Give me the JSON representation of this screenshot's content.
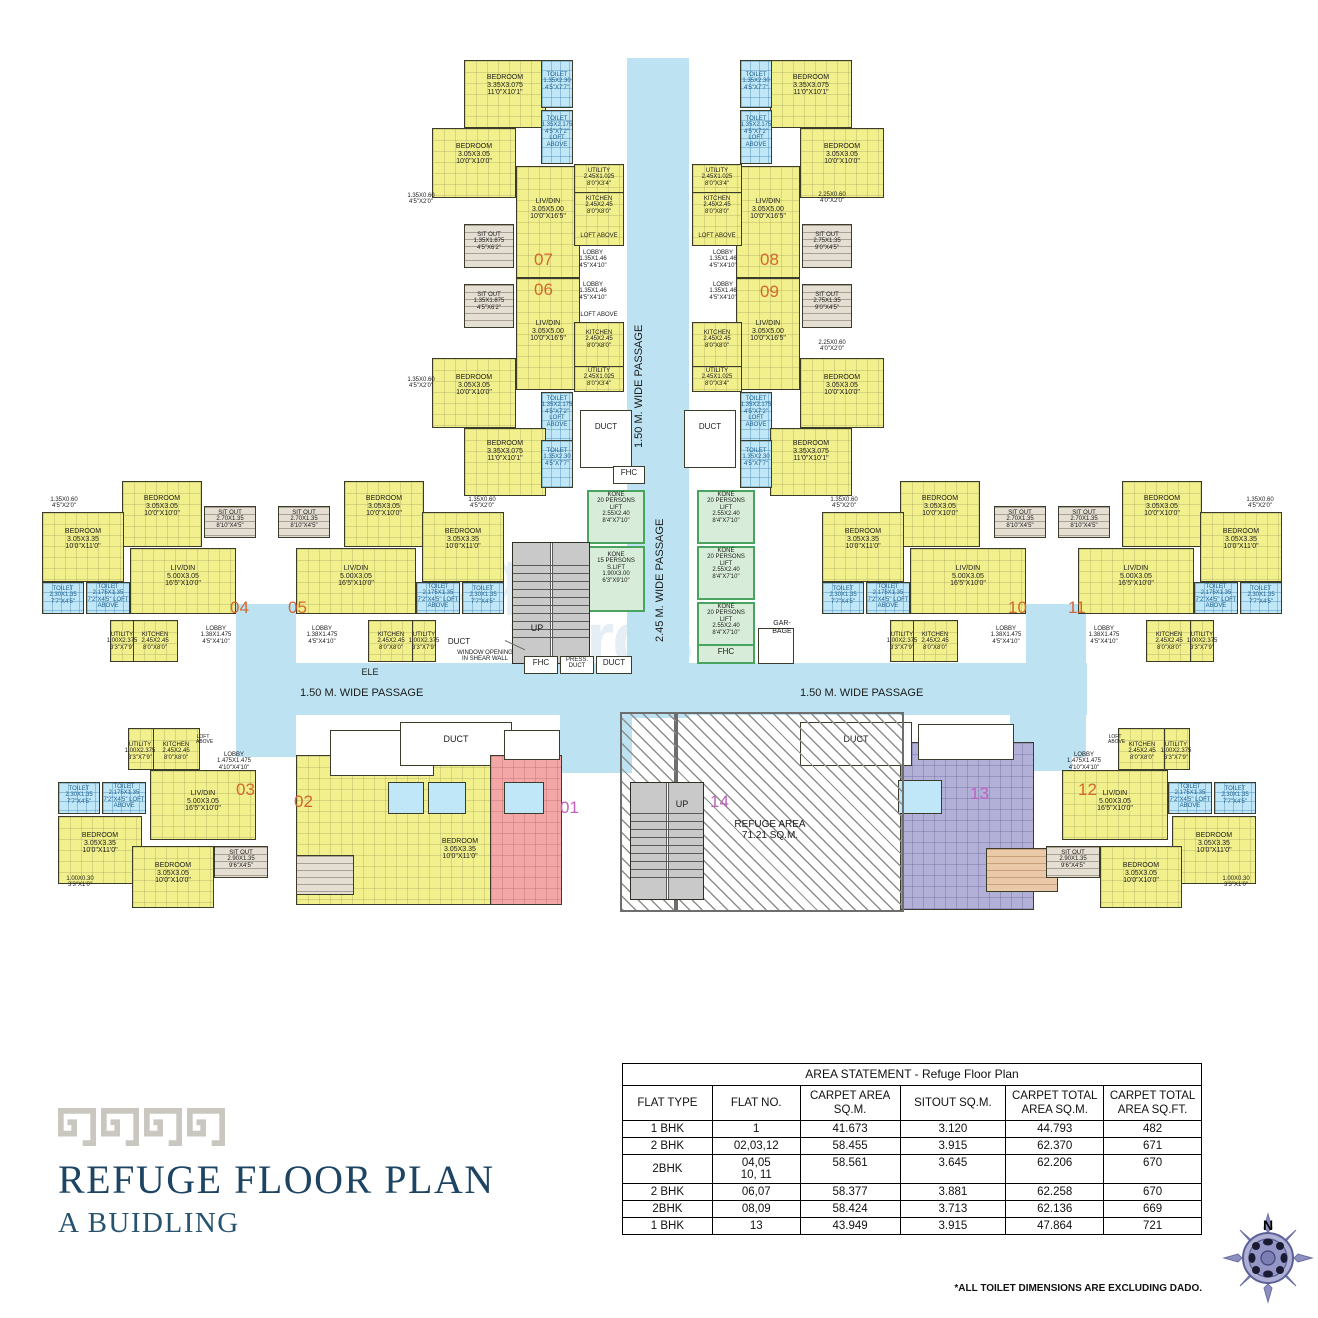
{
  "document": {
    "title": "REFUGE FLOOR PLAN",
    "subtitle": "A BUIDLING",
    "watermark_line1": "square",
    "watermark_line2": "yards"
  },
  "compass": {
    "north_label": "N",
    "name": "compass-rose"
  },
  "area_statement": {
    "caption": "AREA STATEMENT - Refuge Floor Plan",
    "columns": [
      "FLAT TYPE",
      "FLAT NO.",
      "CARPET\nAREA\nSQ.M.",
      "SITOUT SQ.M.",
      "CARPET\nTOTAL\nAREA\nSQ.M.",
      "CARPET\nTOTAL\nAREA\nSQ.FT."
    ],
    "rows": [
      {
        "flat_type": "1 BHK",
        "flat_no": "1",
        "carpet_area": "41.673",
        "sitout": "3.120",
        "carpet_total_sqm": "44.793",
        "carpet_total_sqft": "482"
      },
      {
        "flat_type": "2 BHK",
        "flat_no": "02,03,12",
        "carpet_area": "58.455",
        "sitout": "3.915",
        "carpet_total_sqm": "62.370",
        "carpet_total_sqft": "671"
      },
      {
        "flat_type": "2BHK",
        "flat_no": "04,05\n10, 11",
        "carpet_area": "58.561",
        "sitout": "3.645",
        "carpet_total_sqm": "62.206",
        "carpet_total_sqft": "670"
      },
      {
        "flat_type": "2 BHK",
        "flat_no": "06,07",
        "carpet_area": "58.377",
        "sitout": "3.881",
        "carpet_total_sqm": "62.258",
        "carpet_total_sqft": "670"
      },
      {
        "flat_type": "2BHK",
        "flat_no": "08,09",
        "carpet_area": "58.424",
        "sitout": "3.713",
        "carpet_total_sqm": "62.136",
        "carpet_total_sqft": "669"
      },
      {
        "flat_type": "1 BHK",
        "flat_no": "13",
        "carpet_area": "43.949",
        "sitout": "3.915",
        "carpet_total_sqm": "47.864",
        "carpet_total_sqft": "721"
      }
    ],
    "note": "*ALL TOILET DIMENSIONS ARE EXCLUDING DADO."
  },
  "plan": {
    "flat_numbers": [
      {
        "id": "07",
        "label": "07"
      },
      {
        "id": "06",
        "label": "06"
      },
      {
        "id": "08",
        "label": "08"
      },
      {
        "id": "09",
        "label": "09"
      },
      {
        "id": "04",
        "label": "04"
      },
      {
        "id": "05",
        "label": "05"
      },
      {
        "id": "10",
        "label": "10"
      },
      {
        "id": "11",
        "label": "11"
      },
      {
        "id": "03",
        "label": "03"
      },
      {
        "id": "02",
        "label": "02"
      },
      {
        "id": "01",
        "label": "01"
      },
      {
        "id": "12",
        "label": "12"
      },
      {
        "id": "13",
        "label": "13"
      },
      {
        "id": "14",
        "label": "14"
      }
    ],
    "passages": {
      "vertical_upper": "1.50 M. WIDE PASSAGE",
      "vertical_lower": "2.45 M. WIDE PASSAGE",
      "horizontal_left": "1.50 M. WIDE PASSAGE",
      "horizontal_right": "1.50 M. WIDE PASSAGE"
    },
    "refuge": {
      "name": "REFUGE AREA",
      "area": "71.21 SQ.M.",
      "full": "REFUGE AREA\n71.21 SQ.M."
    },
    "lifts": [
      {
        "brand": "KONE",
        "capacity": "20 PERSONS",
        "kind": "LIFT",
        "dim_m": "2.55X2.40",
        "dim_ft": "8'4\"X7'10\"",
        "full": "KONE\n20 PERSONS\nLIFT\n2.55X2.40\n8'4\"X7'10\""
      },
      {
        "brand": "KONE",
        "capacity": "15 PERSONS",
        "kind": "S.LIFT",
        "dim_m": "1.90X3.00",
        "dim_ft": "6'3\"X9'10\"",
        "full": "KONE\n15 PERSONS\nS.LIFT\n1.90X3.00\n6'3\"X9'10\""
      }
    ],
    "service_labels": {
      "fhc": "FHC",
      "duct": "DUCT",
      "press_duct": "PRESS.\nDUCT",
      "garbage": "GAR-\nBAGE",
      "ele": "ELE",
      "up": "UP",
      "shear_wall_note": "WINDOW OPENING\nIN SHEAR WALL",
      "loft_above": "LOFT ABOVE"
    },
    "rooms": {
      "bedroom_335": "BEDROOM\n3.35X3.075\n11'0\"X10'1\"",
      "bedroom_305_305": "BEDROOM\n3.05X3.05\n10'0\"X10'0\"",
      "bedroom_305_335": "BEDROOM\n3.05X3.35\n10'0\"X11'0\"",
      "liv_din_305": "LIV/DIN\n3.05X5.00\n10'0\"X16'5\"",
      "liv_din_500": "LIV/DIN\n5.00X3.05\n16'5\"X10'0\"",
      "kitchen_245": "KITCHEN\n2.45X2.45\n8'0\"X8'0\"",
      "utility_245": "UTILITY\n2.45X1.025\n8'0\"X3'4\"",
      "utility_100": "UTILITY\n1.00X2.375\n3'3\"X7'9\"",
      "toilet_135_230": "TOILET\n1.35X2.30\n4'5\"X7'7\"",
      "toilet_135_2175": "TOILET\n1.35X2.175\n4'5\"X7'2\"\nLOFT\nABOVE",
      "toilet_2175_135": "TOILET\n2.175X1.35\n7'2\"X4'5\" LOFT\nABOVE",
      "toilet_230_135": "TOILET\n2.30X1.35\n7'7\"X4'5\"",
      "sitout_135": "SIT OUT\n1.35X1.875\n4'5\"X6'2\"",
      "sitout_270": "SIT OUT\n2.70X1.35\n8'10\"X4'5\"",
      "sitout_275": "SIT OUT\n2.75X1.35\n9'0\"X4'5\"",
      "sitout_290": "SIT OUT\n2.90X1.35\n9'6\"X4'5\"",
      "lobby_135": "LOBBY\n1.35X1.46\n4'5\"X4'10\"",
      "lobby_147": "LOBBY\n1.475X1.475\n4'10\"X4'10\"",
      "lobby_138": "LOBBY\n1.38X1.475\n4'5\"X4'10\"",
      "win_135_060": "1.35X0.60\n4'5\"X2'0\"",
      "win_225_060": "2.25X0.60\n4'0\"X2'0\"",
      "win_100_030": "1.00X0.30\n3'3\"X1'0\""
    }
  }
}
